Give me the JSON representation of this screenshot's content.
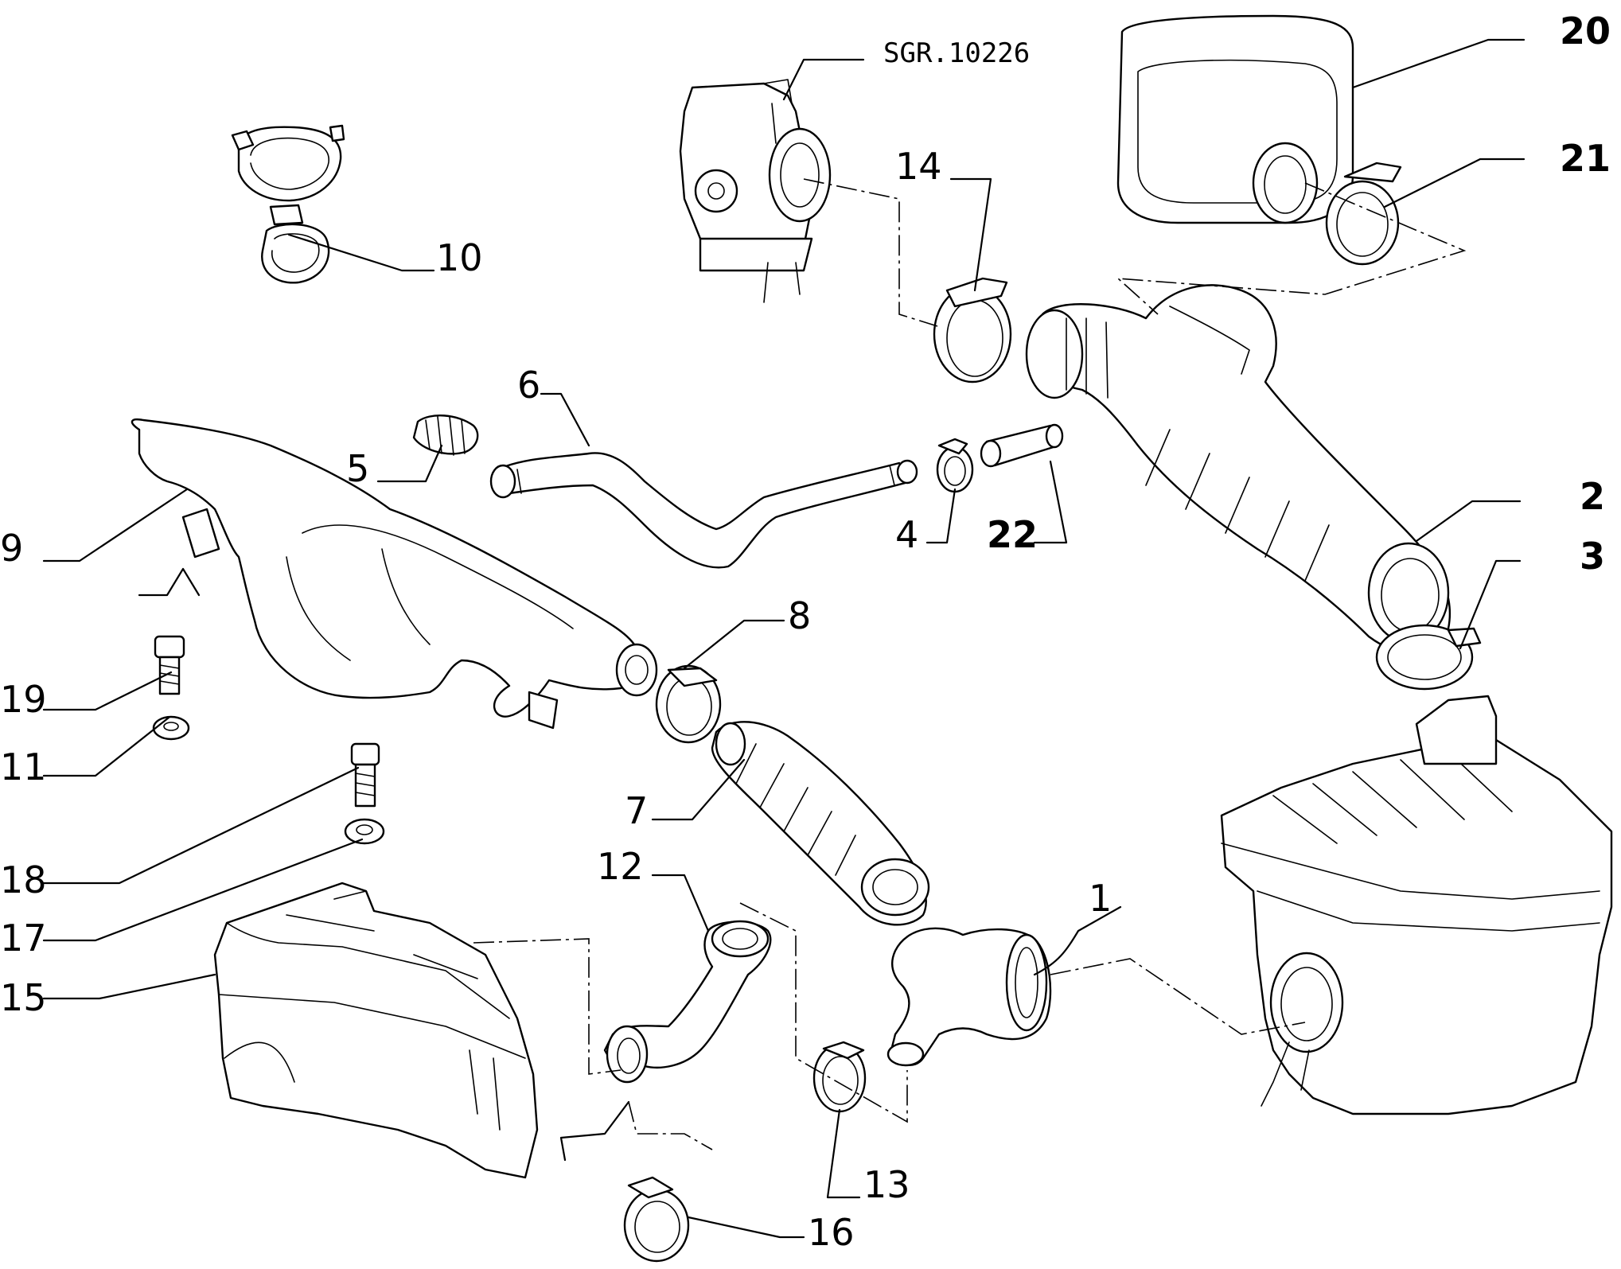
{
  "reference_code": "SGR.10226",
  "callouts": {
    "c1": "1",
    "c2": "2",
    "c3": "3",
    "c4": "4",
    "c5": "5",
    "c6": "6",
    "c7": "7",
    "c8": "8",
    "c9": "9",
    "c10": "10",
    "c11": "11",
    "c12": "12",
    "c13": "13",
    "c14": "14",
    "c15": "15",
    "c16": "16",
    "c17": "17",
    "c18": "18",
    "c19": "19",
    "c20": "20",
    "c21": "21",
    "c22": "22"
  }
}
